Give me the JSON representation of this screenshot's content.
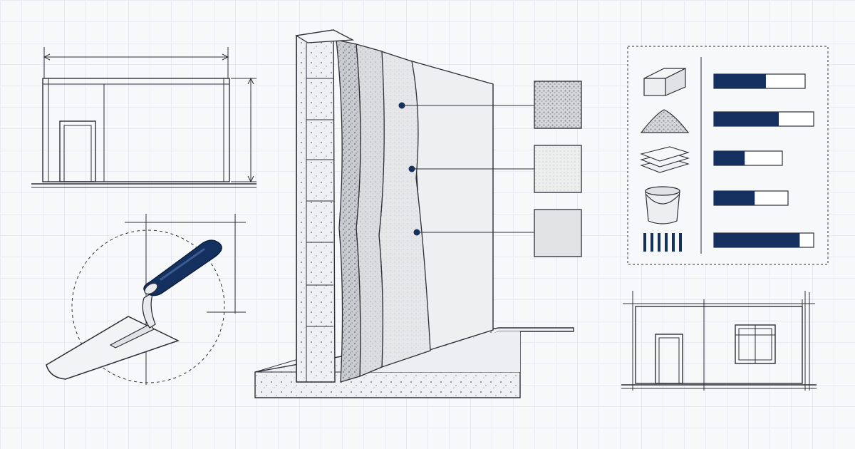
{
  "colors": {
    "accent": "#14305f",
    "line": "#2b2f36",
    "background": "#f7f8fa",
    "grid": "#e7eaf0"
  },
  "materials_legend": {
    "items": [
      {
        "icon": "brick-block-icon",
        "level": 0.57
      },
      {
        "icon": "sand-pile-icon",
        "level": 0.65
      },
      {
        "icon": "board-stack-icon",
        "level": 0.45
      },
      {
        "icon": "paint-bucket-icon",
        "level": 0.55
      },
      {
        "icon": "rebar-icon",
        "level": 0.86
      }
    ]
  },
  "wall_section": {
    "layers": [
      "masonry-block",
      "coarse-render",
      "base-plaster",
      "finish-plaster",
      "finish-coat"
    ],
    "swatches": [
      "coarse-texture",
      "fine-texture",
      "smooth-finish"
    ]
  }
}
